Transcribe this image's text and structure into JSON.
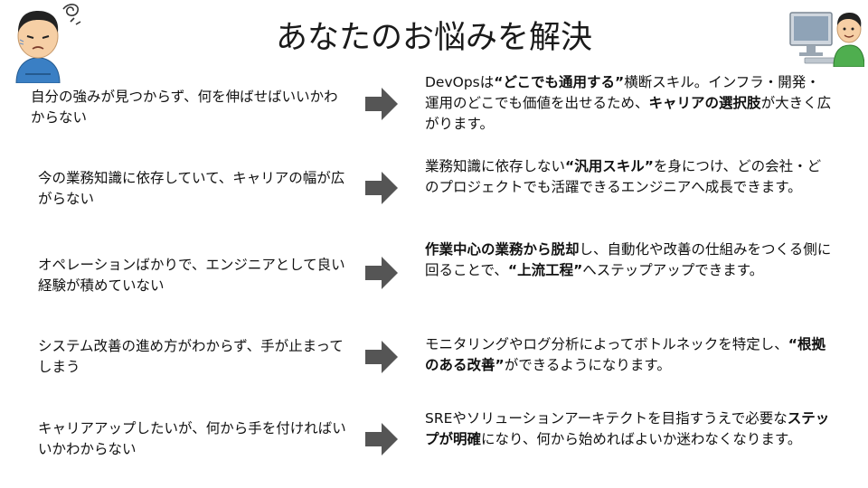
{
  "title": "あなたのお悩みを解決",
  "colors": {
    "arrow": "#555555",
    "text": "#111111"
  },
  "icons": {
    "left": "worried-man-illustration",
    "right": "man-at-computer-illustration",
    "arrow": "right-arrow-icon"
  },
  "rows": [
    {
      "problem": "自分の強みが見つからず、何を伸ばせばいいかわからない",
      "solution": [
        {
          "text": "DevOpsは",
          "bold": false
        },
        {
          "text": "“どこでも通用する”",
          "bold": true
        },
        {
          "text": "横断スキル。インフラ・開発・運用のどこでも価値を出せるため、",
          "bold": false
        },
        {
          "text": "キャリアの選択肢",
          "bold": true
        },
        {
          "text": "が大きく広がります。",
          "bold": false
        }
      ]
    },
    {
      "problem": "今の業務知識に依存していて、キャリアの幅が広がらない",
      "solution": [
        {
          "text": "業務知識に依存しない",
          "bold": false
        },
        {
          "text": "“汎用スキル”",
          "bold": true
        },
        {
          "text": "を身につけ、どの会社・どのプロジェクトでも活躍できるエンジニアへ成長できます。",
          "bold": false
        }
      ]
    },
    {
      "problem": "オペレーションばかりで、エンジニアとして良い経験が積めていない",
      "solution": [
        {
          "text": "作業中心の業務から脱却",
          "bold": true
        },
        {
          "text": "し、自動化や改善の仕組みをつくる側に回ることで、",
          "bold": false
        },
        {
          "text": "“上流工程”",
          "bold": true
        },
        {
          "text": "へステップアップできます。",
          "bold": false
        }
      ]
    },
    {
      "problem": "システム改善の進め方がわからず、手が止まってしまう",
      "solution": [
        {
          "text": "モニタリングやログ分析によってボトルネックを特定し、",
          "bold": false
        },
        {
          "text": "“根拠のある改善”",
          "bold": true
        },
        {
          "text": "ができるようになります。",
          "bold": false
        }
      ]
    },
    {
      "problem": "キャリアアップしたいが、何から手を付ければいいかわからない",
      "solution": [
        {
          "text": "SREやソリューションアーキテクトを目指すうえで必要な",
          "bold": false
        },
        {
          "text": "ステップが明確",
          "bold": true
        },
        {
          "text": "になり、何から始めればよいか迷わなくなります。",
          "bold": false
        }
      ]
    }
  ]
}
